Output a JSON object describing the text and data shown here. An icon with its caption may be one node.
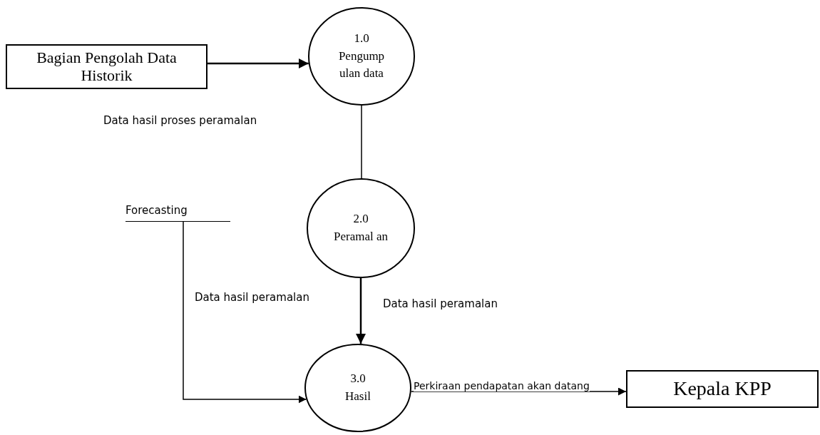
{
  "diagram": {
    "nodes": [
      {
        "text": [
          "Bagian Pengolah Data Historik"
        ]
      },
      {
        "text": [
          "1.0",
          "Pengump ulan data"
        ]
      },
      {
        "text": [
          "Forecasting"
        ]
      },
      {
        "text": [
          "2.0",
          "Peramal an"
        ]
      },
      {
        "text": [
          "3.0",
          "Hasil"
        ]
      },
      {
        "text": [
          "Kepala KPP"
        ]
      }
    ],
    "edges": [
      {
        "from": 0,
        "to": 1,
        "arrow": "to"
      },
      {
        "from": 1,
        "to": 3,
        "arrow": "none"
      },
      {
        "from": 3,
        "to": 4,
        "arrow": "to",
        "label": "Data hasil peramalan"
      },
      {
        "from": 2,
        "to": 4,
        "arrow": "to",
        "label": "Data hasil peramalan"
      },
      {
        "from": 4,
        "to": 5,
        "arrow": "to",
        "label": "Perkiraan pendapatan akan datang"
      }
    ],
    "labels": [
      "Data hasil proses peramalan"
    ]
  }
}
